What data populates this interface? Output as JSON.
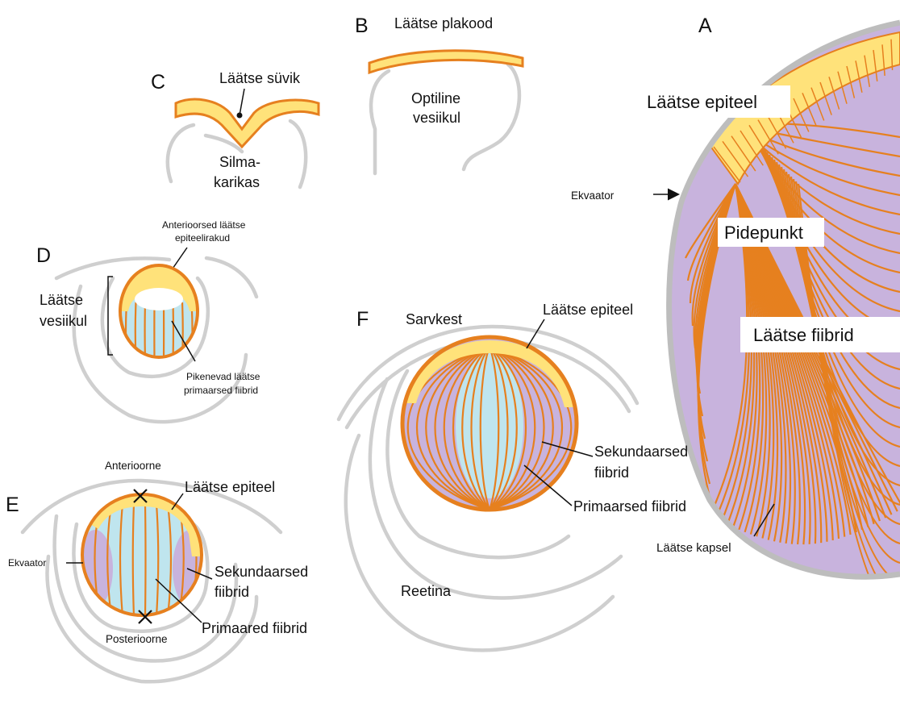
{
  "colors": {
    "epithelium_orange": "#e6801f",
    "epithelium_yellow": "#ffe27a",
    "primary_fiber_blue": "#bfe5ee",
    "secondary_fiber_lilac": "#c8b3dd",
    "tissue_outline_grey": "#cfcfcf",
    "lens_capsule_grey": "#bdbdbd"
  },
  "panels": {
    "A": {
      "letter": "A",
      "epithelium": "Läätse epiteel",
      "equator": "Ekvaator",
      "junction": "Pidepunkt",
      "fibers": "Läätse fiibrid",
      "capsule": "Läätse kapsel"
    },
    "B": {
      "letter": "B",
      "placode": "Läätse plakood",
      "vesicle_line1": "Optiline",
      "vesicle_line2": "vesiikul"
    },
    "C": {
      "letter": "C",
      "pit": "Läätse süvik",
      "cup_line1": "Silma-",
      "cup_line2": "karikas"
    },
    "D": {
      "letter": "D",
      "anterior_line1": "Anterioorsed läätse",
      "anterior_line2": "epiteelirakud",
      "vesicle_line1": "Läätse",
      "vesicle_line2": "vesiikul",
      "elongating_line1": "Pikenevad läätse",
      "elongating_line2": "primaarsed fiibrid"
    },
    "E": {
      "letter": "E",
      "anterior": "Anterioorne",
      "epithelium": "Läätse epiteel",
      "equator": "Ekvaator",
      "secondary_line1": "Sekundaarsed",
      "secondary_line2": "fiibrid",
      "primary": "Primaared fiibrid",
      "posterior": "Posterioorne"
    },
    "F": {
      "letter": "F",
      "cornea": "Sarvkest",
      "epithelium": "Läätse epiteel",
      "secondary_line1": "Sekundaarsed",
      "secondary_line2": "fiibrid",
      "primary": "Primaarsed fiibrid",
      "retina": "Reetina"
    }
  }
}
